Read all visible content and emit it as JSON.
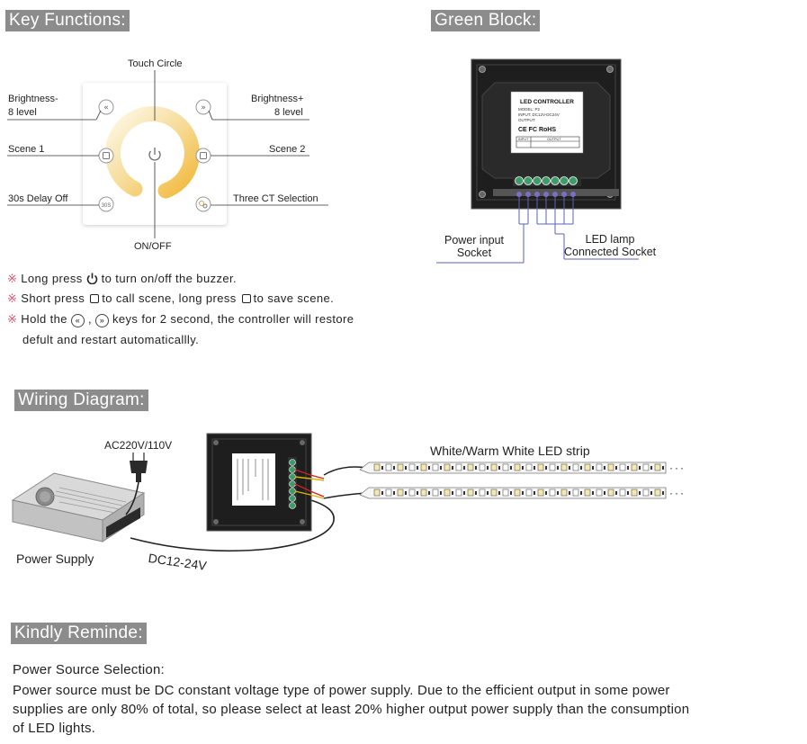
{
  "headers": {
    "key_functions": "Key Functions:",
    "green_block": "Green Block:",
    "wiring_diagram": "Wiring Diagram:",
    "kindly_remind": "Kindly Reminde:"
  },
  "panel": {
    "touch_circle": "Touch Circle",
    "brightness_minus_1": "Brightness-",
    "brightness_minus_2": "8 level",
    "brightness_plus_1": "Brightness+",
    "brightness_plus_2": "8 level",
    "scene1": "Scene 1",
    "scene2": "Scene 2",
    "delay_off": "30s Delay Off",
    "ct_selection": "Three CT Selection",
    "onoff": "ON/OFF",
    "delay_btn": "30S"
  },
  "notes": {
    "n1_a": "Long press",
    "n1_b": "to turn on/off the buzzer.",
    "n2_a": "Short press",
    "n2_b": "to call scene, long press",
    "n2_c": "to save scene.",
    "n3_a": "Hold the",
    "n3_b": ",",
    "n3_c": "keys for 2 second, the controller will restore",
    "n3_d": "defult and restart automaticallly.",
    "star": "※"
  },
  "green_block": {
    "label_title": "LED CONTROLLER",
    "label_model": "MODEL: P2",
    "label_input": "INPUT:  DC12V-DC24V",
    "label_output": "OUTPUT:",
    "label_marks": "CE FC RoHS",
    "label_input_hdr": "INPUT",
    "label_output_hdr": "OUTPUT",
    "power_input_1": "Power input",
    "power_input_2": "Socket",
    "led_lamp_1": "LED lamp",
    "led_lamp_2": "Connected Socket"
  },
  "wiring": {
    "ac_label": "AC220V/110V",
    "strip_label": "White/Warm White LED strip",
    "power_supply": "Power Supply",
    "dc_label": "DC12-24V",
    "dots": "···"
  },
  "remind": {
    "title": "Power Source Selection:",
    "line1": "Power source must be DC constant voltage type of power supply. Due to the efficient output in some power",
    "line2": "supplies are only 80% of total, so please select at least 20% higher output power supply than the consumption",
    "line3": "of LED lights."
  },
  "colors": {
    "header_bg": "#8c8c8c",
    "star": "#d9556a",
    "terminal_green": "#3e9c6a",
    "terminal_purple": "#7b6fc4",
    "wire_red": "#cc2222",
    "wire_yellow": "#e0b400"
  }
}
